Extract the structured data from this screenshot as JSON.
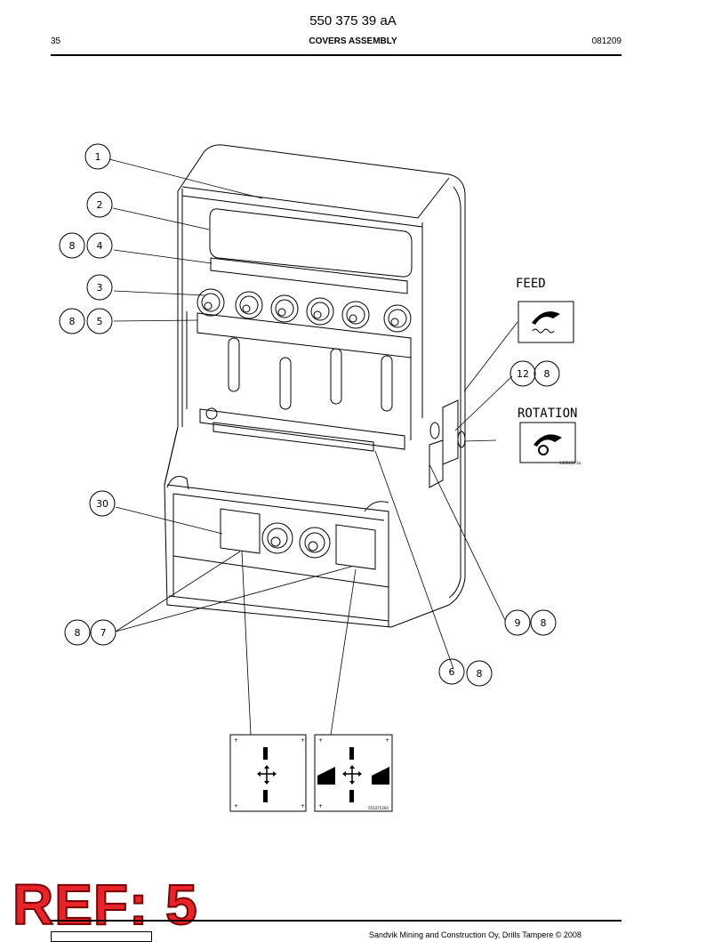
{
  "header": {
    "doc_number": "550 375 39 aA",
    "page_number": "35",
    "section_title": "COVERS ASSEMBLY",
    "date_code": "081209"
  },
  "callouts": [
    "1",
    "2",
    "8",
    "4",
    "3",
    "8",
    "5",
    "12",
    "8",
    "30",
    "9",
    "8",
    "8",
    "7",
    "6",
    "8"
  ],
  "labels": {
    "feed": "FEED",
    "rotation": "ROTATION",
    "rotation_ref": "5402436 3a",
    "decal_ref": "550375360"
  },
  "ref_stamp": "REF: 5",
  "footer": {
    "copyright": "Sandvik Mining and Construction Oy, Drills Tampere © 2008"
  }
}
